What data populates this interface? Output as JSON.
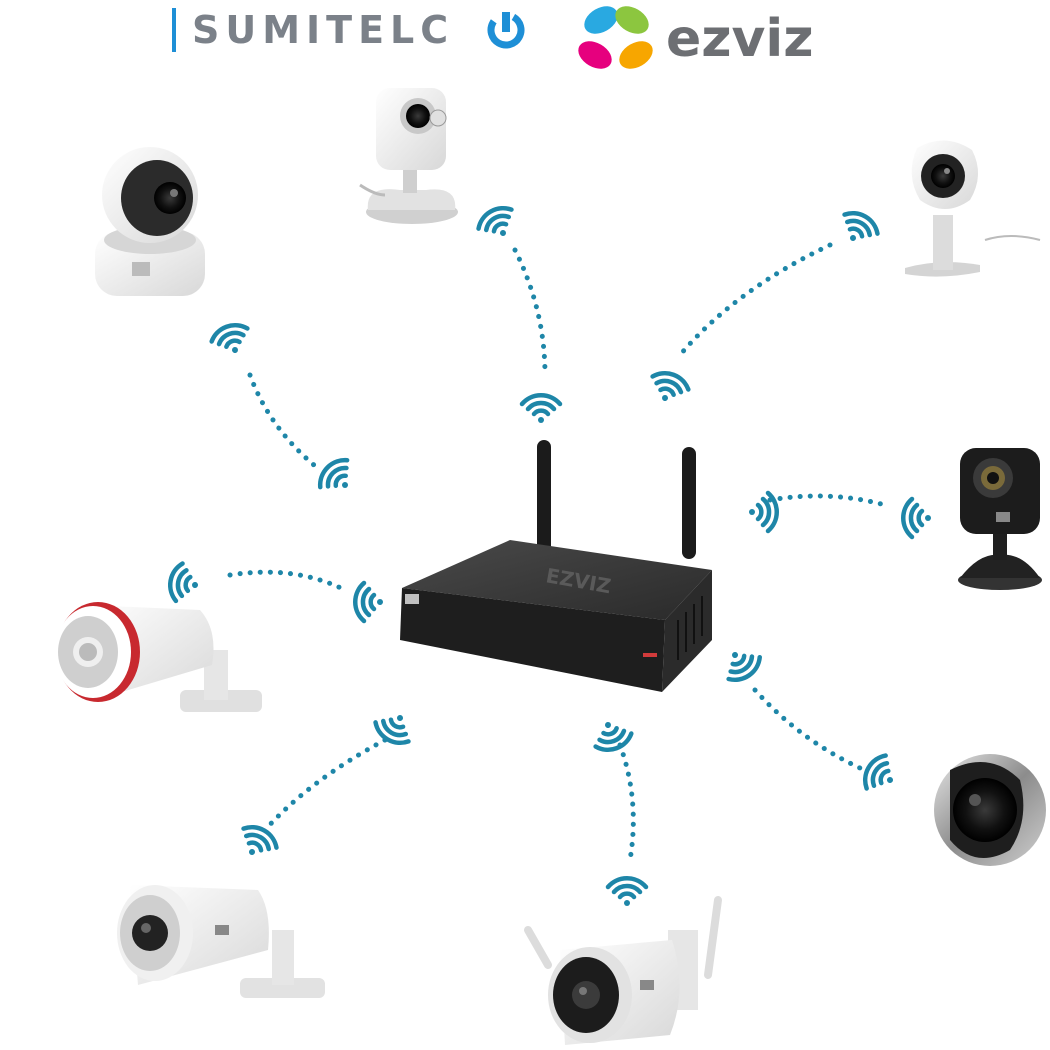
{
  "header": {
    "sumitelco_logo_text": "SUMITELC",
    "ezviz_logo_text": "ezviz",
    "colors": {
      "sumitelco_text": "#7b8189",
      "sumitelco_accent": "#1e8fd6",
      "ezviz_text": "#6d6f73"
    }
  },
  "diagram": {
    "hub": "wireless NVR with two antennas",
    "link_color": "#1e86a8",
    "cameras": [
      "pan-tilt-camera",
      "cube-camera",
      "mini-o-camera",
      "black-cube-camera",
      "bullet-camera-red-ring",
      "fisheye-ball-camera",
      "bullet-camera",
      "outdoor-wifi-bullet-camera"
    ]
  }
}
